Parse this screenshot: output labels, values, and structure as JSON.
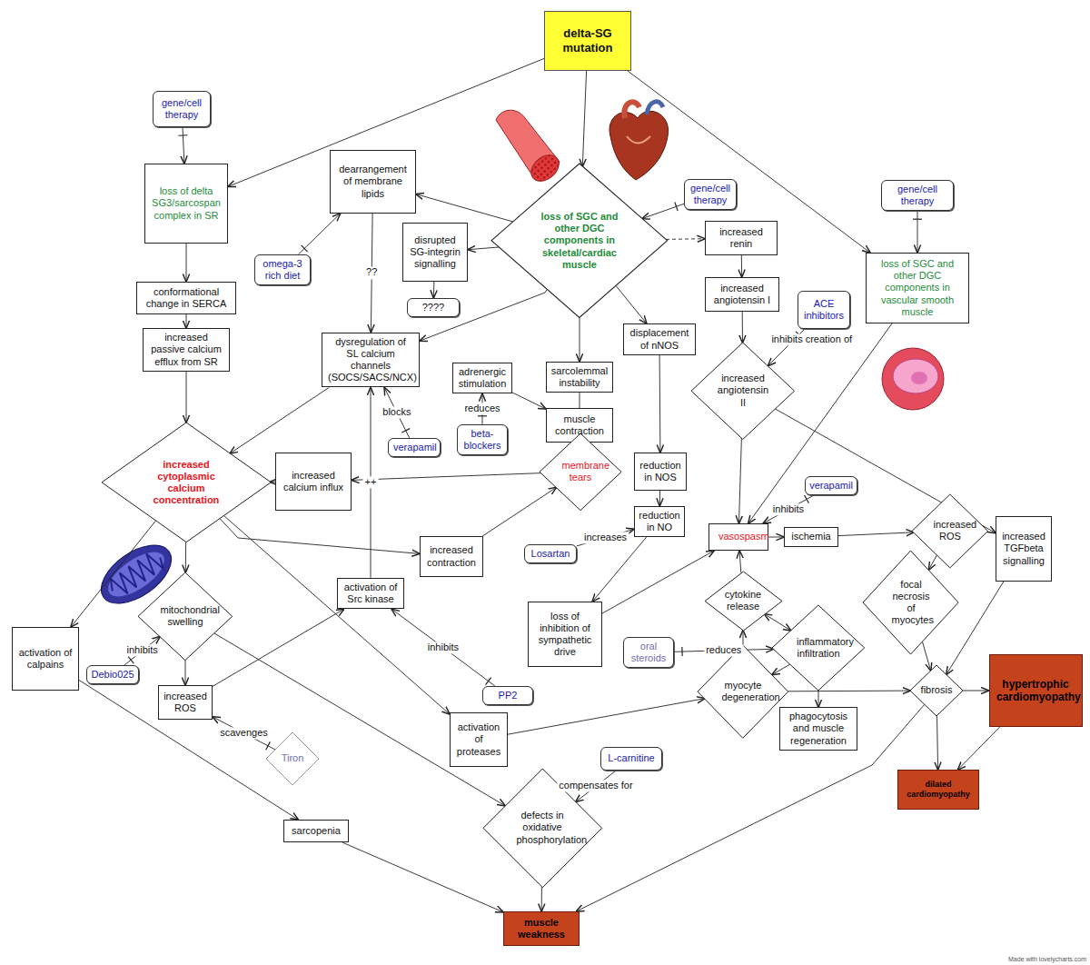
{
  "diagram": {
    "nodes": [
      {
        "text": [
          "delta-SG mutation"
        ]
      },
      {
        "text": [
          "gene/cell therapy"
        ]
      },
      {
        "text": [
          "loss of delta SG3/sarcospan complex in SR"
        ]
      },
      {
        "text": [
          "dearrangement of membrane lipids"
        ]
      },
      {
        "text": [
          "loss of SGC and other DGC components in skeletal/cardiac muscle"
        ]
      },
      {
        "text": [
          "gene/cell therapy"
        ]
      },
      {
        "text": [
          "gene/cell therapy"
        ]
      },
      {
        "text": [
          "omega-3 rich diet"
        ]
      },
      {
        "text": [
          "disrupted SG-integrin signalling"
        ]
      },
      {
        "text": [
          "increased renin"
        ]
      },
      {
        "text": [
          "loss of SGC and other DGC components in vascular smooth muscle"
        ]
      },
      {
        "text": [
          "????"
        ]
      },
      {
        "text": [
          "conformational change in SERCA"
        ]
      },
      {
        "text": [
          "increased angiotensin I"
        ]
      },
      {
        "text": [
          "ACE inhibitors"
        ]
      },
      {
        "text": [
          "increased passive calcium efflux from SR"
        ]
      },
      {
        "text": [
          "dysregulation of SL calcium channels (SOCS/SACS/NCX)"
        ]
      },
      {
        "text": [
          "displacement of nNOS"
        ]
      },
      {
        "text": [
          "increased angiotensin II"
        ]
      },
      {
        "text": [
          "adrenergic stimulation"
        ]
      },
      {
        "text": [
          "sarcolemmal instability"
        ]
      },
      {
        "text": [
          "muscle contraction"
        ]
      },
      {
        "text": [
          "beta-blockers"
        ]
      },
      {
        "text": [
          "verapamil"
        ]
      },
      {
        "text": [
          "increased cytoplasmic calcium concentration"
        ]
      },
      {
        "text": [
          "increased calcium influx"
        ]
      },
      {
        "text": [
          "membrane tears"
        ]
      },
      {
        "text": [
          "reduction in NOS"
        ]
      },
      {
        "text": [
          "verapamil"
        ]
      },
      {
        "text": [
          "increased TGFbeta signalling"
        ]
      },
      {
        "text": [
          "reduction in NO"
        ]
      },
      {
        "text": [
          "vasospasm"
        ]
      },
      {
        "text": [
          "ischemia"
        ]
      },
      {
        "text": [
          "increased ROS"
        ]
      },
      {
        "text": [
          "increased contraction"
        ]
      },
      {
        "text": [
          "Losartan"
        ]
      },
      {
        "text": [
          "mitochondrial swelling"
        ]
      },
      {
        "text": [
          "activation of Src kinase"
        ]
      },
      {
        "text": [
          "cytokine release"
        ]
      },
      {
        "text": [
          "focal necrosis of myocytes"
        ]
      },
      {
        "text": [
          "loss of inhibition of sympathetic drive"
        ]
      },
      {
        "text": [
          "activation of calpains"
        ]
      },
      {
        "text": [
          "inflammatory infiltration"
        ]
      },
      {
        "text": [
          "oral steroids"
        ]
      },
      {
        "text": [
          "Debio025"
        ]
      },
      {
        "text": [
          "increased ROS"
        ]
      },
      {
        "text": [
          "myocyte degeneration"
        ]
      },
      {
        "text": [
          "fibrosis"
        ]
      },
      {
        "text": [
          "hypertrophic cardiomyopathy"
        ]
      },
      {
        "text": [
          "PP2"
        ]
      },
      {
        "text": [
          "activation of proteases"
        ]
      },
      {
        "text": [
          "phagocytosis and muscle regeneration"
        ]
      },
      {
        "text": [
          "Tiron"
        ]
      },
      {
        "text": [
          "L-carnitine"
        ]
      },
      {
        "text": [
          "defects in oxidative phosphorylation"
        ]
      },
      {
        "text": [
          "dilated cardiomyopathy"
        ]
      },
      {
        "text": [
          "sarcopenia"
        ]
      },
      {
        "text": [
          "muscle weakness"
        ]
      }
    ],
    "edges": [
      {
        "from": 0,
        "to": 2,
        "arrow": "to"
      },
      {
        "from": 0,
        "to": 4,
        "arrow": "to"
      },
      {
        "from": 0,
        "to": 10,
        "arrow": "to"
      },
      {
        "from": 1,
        "to": 2,
        "arrow": "to"
      },
      {
        "from": 4,
        "to": 3,
        "arrow": "to"
      },
      {
        "from": 4,
        "to": 8,
        "arrow": "to"
      },
      {
        "from": 4,
        "to": 9,
        "arrow": "to"
      },
      {
        "from": 5,
        "to": 4,
        "arrow": "to"
      },
      {
        "from": 6,
        "to": 10,
        "arrow": "to"
      },
      {
        "from": 7,
        "to": 3,
        "arrow": "to"
      },
      {
        "from": 8,
        "to": 11,
        "arrow": "to"
      },
      {
        "from": 3,
        "to": 16,
        "label": "??",
        "arrow": "to"
      },
      {
        "from": 9,
        "to": 13,
        "arrow": "to"
      },
      {
        "from": 13,
        "to": 18,
        "arrow": "to"
      },
      {
        "from": 14,
        "to": 18,
        "label": "inhibits creation of",
        "arrow": "to"
      },
      {
        "from": 2,
        "to": 12,
        "arrow": "to"
      },
      {
        "from": 12,
        "to": 15,
        "arrow": "to"
      },
      {
        "from": 15,
        "to": 24,
        "arrow": "to"
      },
      {
        "from": 4,
        "to": 16,
        "arrow": "to"
      },
      {
        "from": 16,
        "to": 24,
        "arrow": "to"
      },
      {
        "from": 4,
        "to": 20,
        "arrow": "to"
      },
      {
        "from": 4,
        "to": 17,
        "arrow": "to"
      },
      {
        "from": 17,
        "to": 27,
        "arrow": "to"
      },
      {
        "from": 27,
        "to": 30,
        "arrow": "to"
      },
      {
        "from": 30,
        "to": 40,
        "arrow": "to"
      },
      {
        "from": 40,
        "to": 31,
        "arrow": "to"
      },
      {
        "from": 18,
        "to": 31,
        "arrow": "to"
      },
      {
        "from": 18,
        "to": 29,
        "arrow": "to"
      },
      {
        "from": 10,
        "to": 31,
        "arrow": "to"
      },
      {
        "from": 28,
        "to": 31,
        "label": "inhibits",
        "arrow": "to"
      },
      {
        "from": 31,
        "to": 32,
        "arrow": "to"
      },
      {
        "from": 32,
        "to": 33,
        "arrow": "to"
      },
      {
        "from": 33,
        "to": 39,
        "arrow": "to"
      },
      {
        "from": 39,
        "to": 47,
        "arrow": "to"
      },
      {
        "from": 29,
        "to": 47,
        "arrow": "to"
      },
      {
        "from": 47,
        "to": 48,
        "arrow": "to"
      },
      {
        "from": 47,
        "to": 55,
        "arrow": "to"
      },
      {
        "from": 48,
        "to": 55,
        "arrow": "to"
      },
      {
        "from": 47,
        "to": 57,
        "arrow": "to"
      },
      {
        "from": 19,
        "to": 21,
        "arrow": "to"
      },
      {
        "from": 22,
        "to": 19,
        "label": "reduces",
        "arrow": "to"
      },
      {
        "from": 20,
        "to": 21,
        "arrow": "none"
      },
      {
        "from": 21,
        "to": 26,
        "arrow": "to"
      },
      {
        "from": 26,
        "to": 25,
        "arrow": "to"
      },
      {
        "from": 25,
        "to": 24,
        "arrow": "to"
      },
      {
        "from": 23,
        "to": 16,
        "label": "blocks",
        "arrow": "to"
      },
      {
        "from": 24,
        "to": 34,
        "arrow": "to"
      },
      {
        "from": 34,
        "to": 26,
        "arrow": "to"
      },
      {
        "from": 24,
        "to": 36,
        "arrow": "to"
      },
      {
        "from": 36,
        "to": 45,
        "arrow": "to"
      },
      {
        "from": 24,
        "to": 41,
        "arrow": "to"
      },
      {
        "from": 24,
        "to": 50,
        "arrow": "to"
      },
      {
        "from": 36,
        "to": 54,
        "arrow": "to"
      },
      {
        "from": 44,
        "to": 36,
        "label": "inhibits",
        "arrow": "to"
      },
      {
        "from": 52,
        "to": 45,
        "label": "scavenges",
        "arrow": "to"
      },
      {
        "from": 45,
        "to": 37,
        "arrow": "to"
      },
      {
        "from": 37,
        "to": 16,
        "label": "++",
        "arrow": "to"
      },
      {
        "from": 49,
        "to": 37,
        "label": "inhibits",
        "arrow": "to"
      },
      {
        "from": 35,
        "to": 30,
        "label": "increases",
        "arrow": "to"
      },
      {
        "from": 50,
        "to": 46,
        "arrow": "to"
      },
      {
        "from": 46,
        "to": 47,
        "arrow": "to"
      },
      {
        "from": 42,
        "to": 46,
        "arrow": "to"
      },
      {
        "from": 38,
        "to": 42,
        "arrow": "both"
      },
      {
        "from": 38,
        "to": 31,
        "arrow": "to"
      },
      {
        "from": 46,
        "to": 38,
        "arrow": "to"
      },
      {
        "from": 43,
        "to": 42,
        "label": "reduces",
        "arrow": "to"
      },
      {
        "from": 42,
        "to": 51,
        "arrow": "to"
      },
      {
        "from": 41,
        "to": 56,
        "arrow": "to"
      },
      {
        "from": 56,
        "to": 57,
        "arrow": "to"
      },
      {
        "from": 54,
        "to": 57,
        "arrow": "to"
      },
      {
        "from": 53,
        "to": 54,
        "label": "compensates for",
        "arrow": "to"
      }
    ],
    "labels": [
      "Made with lovelycharts.com"
    ]
  }
}
